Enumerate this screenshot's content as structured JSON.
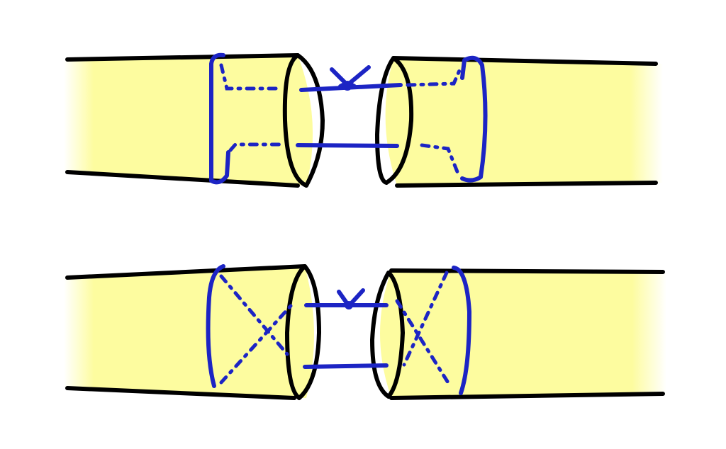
{
  "colors": {
    "tube_fill": "#fdfc9f",
    "outline": "#000000",
    "suture": "#1c24c4"
  },
  "panels": [
    {
      "name": "top",
      "inner_pattern": "parallel-dashed-lines"
    },
    {
      "name": "bottom",
      "inner_pattern": "crossed-dashed-lines"
    }
  ]
}
